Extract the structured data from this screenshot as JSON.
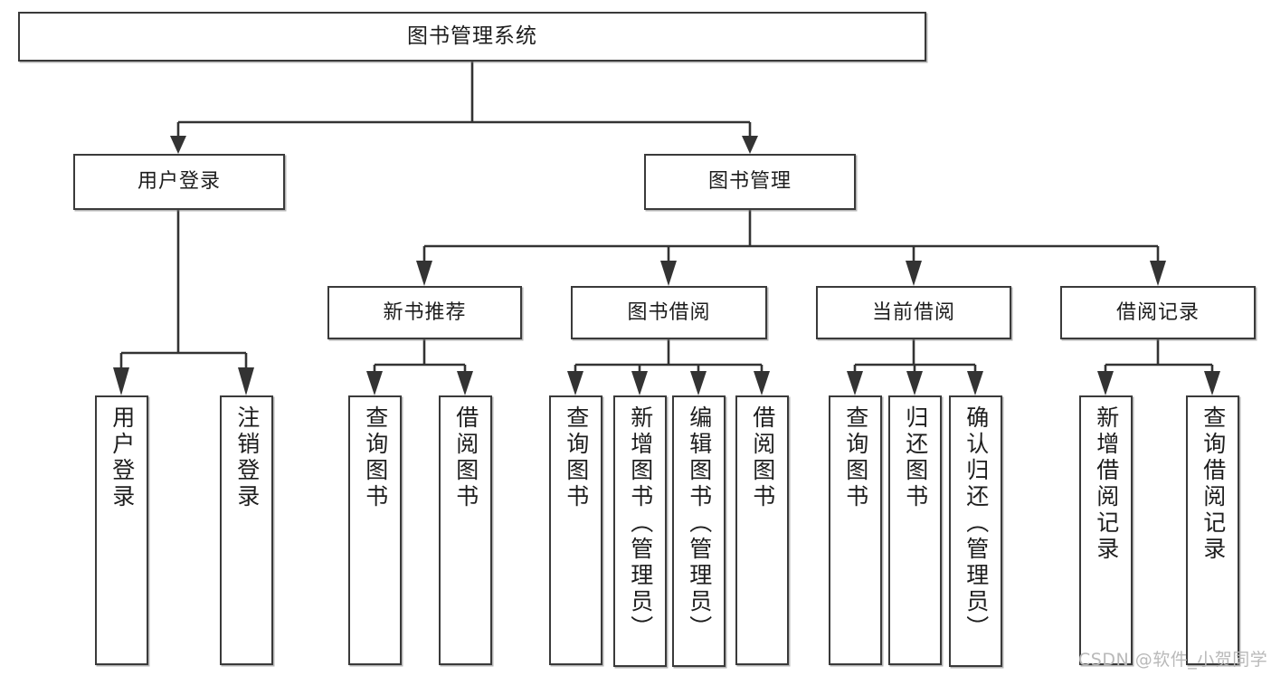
{
  "diagram": {
    "title": "图书管理系统",
    "watermark": "CSDN @软件_小贺同学",
    "colors": {
      "box_border": "#3a3a3a",
      "line": "#333333",
      "text": "#1d1d1d",
      "background": "#ffffff",
      "watermark": "#b9b9b9"
    },
    "nodes": {
      "root": {
        "label": "图书管理系统"
      },
      "user_login": {
        "label": "用户登录"
      },
      "book_manage": {
        "label": "图书管理"
      },
      "new_book_rec": {
        "label": "新书推荐"
      },
      "book_borrow": {
        "label": "图书借阅"
      },
      "current_borrow": {
        "label": "当前借阅"
      },
      "borrow_record": {
        "label": "借阅记录"
      },
      "leaf_user_login": {
        "label": "用户登录"
      },
      "leaf_user_logout": {
        "label": "注销登录"
      },
      "leaf_query_book_rec": {
        "label": "查询图书"
      },
      "leaf_borrow_book_rec": {
        "label": "借阅图书"
      },
      "leaf_query_book_b": {
        "label": "查询图书"
      },
      "leaf_add_book": {
        "label": "新增图书（管理员）"
      },
      "leaf_edit_book": {
        "label": "编辑图书（管理员）"
      },
      "leaf_borrow_book_b": {
        "label": "借阅图书"
      },
      "leaf_query_book_c": {
        "label": "查询图书"
      },
      "leaf_return_book": {
        "label": "归还图书"
      },
      "leaf_confirm_return": {
        "label": "确认归还（管理员）"
      },
      "leaf_add_record": {
        "label": "新增借阅记录"
      },
      "leaf_query_record": {
        "label": "查询借阅记录"
      }
    }
  },
  "chart_data": {
    "type": "tree-diagram",
    "title": "图书管理系统",
    "levels": 4,
    "tree": {
      "label": "图书管理系统",
      "children": [
        {
          "label": "用户登录",
          "children": [
            {
              "label": "用户登录"
            },
            {
              "label": "注销登录"
            }
          ]
        },
        {
          "label": "图书管理",
          "children": [
            {
              "label": "新书推荐",
              "children": [
                {
                  "label": "查询图书"
                },
                {
                  "label": "借阅图书"
                }
              ]
            },
            {
              "label": "图书借阅",
              "children": [
                {
                  "label": "查询图书"
                },
                {
                  "label": "新增图书（管理员）"
                },
                {
                  "label": "编辑图书（管理员）"
                },
                {
                  "label": "借阅图书"
                }
              ]
            },
            {
              "label": "当前借阅",
              "children": [
                {
                  "label": "查询图书"
                },
                {
                  "label": "归还图书"
                },
                {
                  "label": "确认归还（管理员）"
                }
              ]
            },
            {
              "label": "借阅记录",
              "children": [
                {
                  "label": "新增借阅记录"
                },
                {
                  "label": "查询借阅记录"
                }
              ]
            }
          ]
        }
      ]
    }
  }
}
